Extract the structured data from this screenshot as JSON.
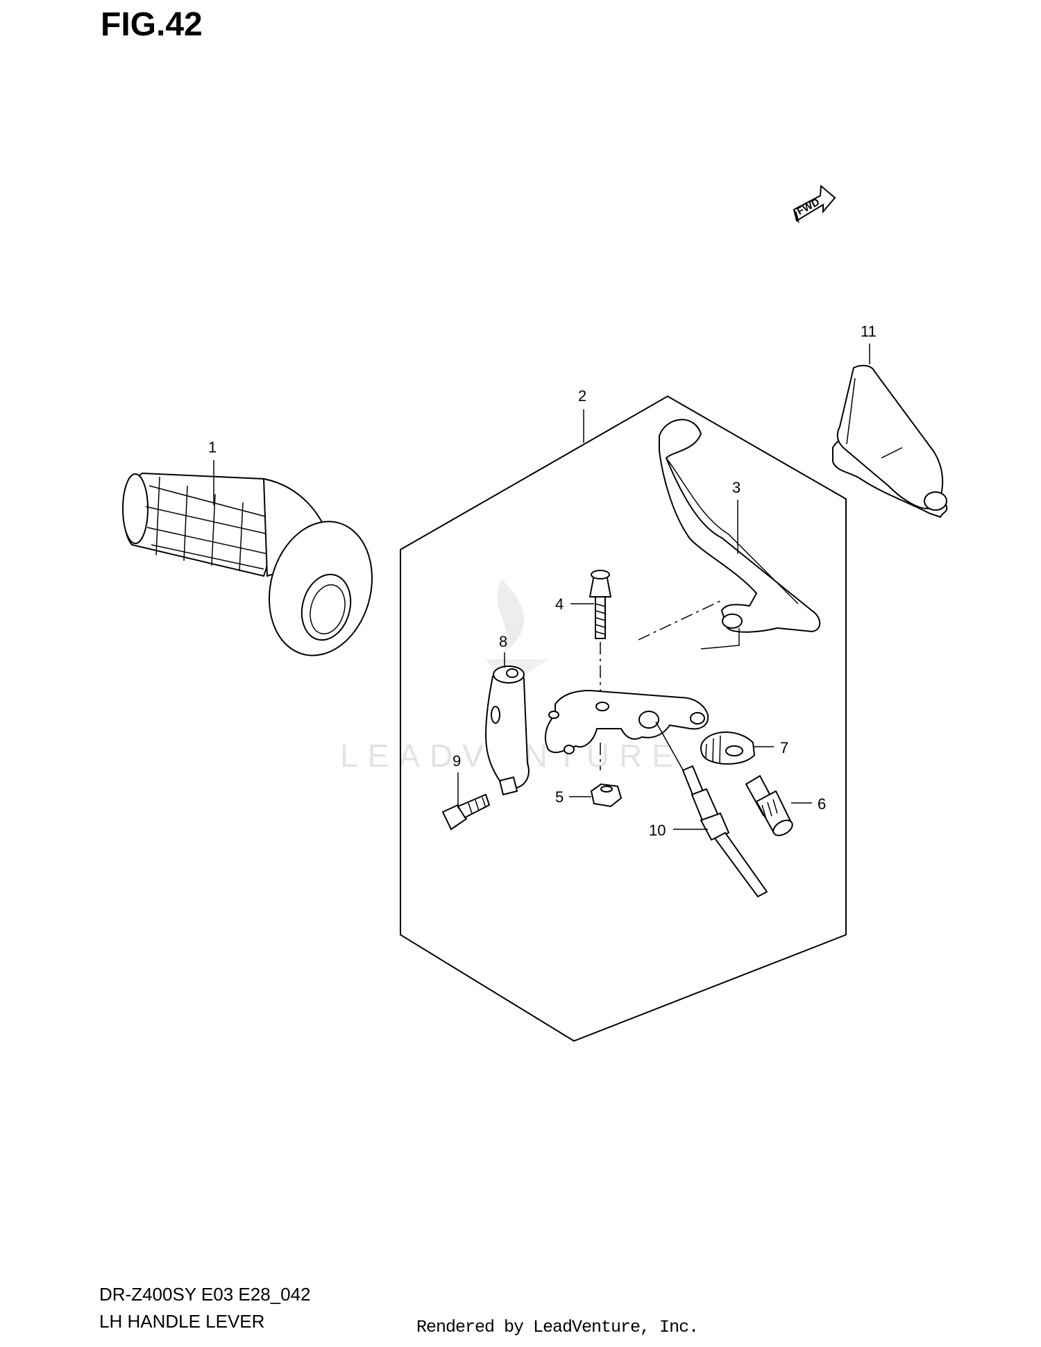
{
  "figure": {
    "title": "FIG.42"
  },
  "footer": {
    "model_code": "DR-Z400SY E03 E28_042",
    "section_name": "LH HANDLE LEVER",
    "rendered_by": "Rendered by LeadVenture, Inc."
  },
  "watermark": {
    "text": "LEADVENTURE"
  },
  "fwd_badge": {
    "text": "FWD"
  },
  "callouts": [
    {
      "number": "1"
    },
    {
      "number": "2"
    },
    {
      "number": "3"
    },
    {
      "number": "4"
    },
    {
      "number": "5"
    },
    {
      "number": "6"
    },
    {
      "number": "7"
    },
    {
      "number": "8"
    },
    {
      "number": "9"
    },
    {
      "number": "10"
    },
    {
      "number": "11"
    }
  ]
}
